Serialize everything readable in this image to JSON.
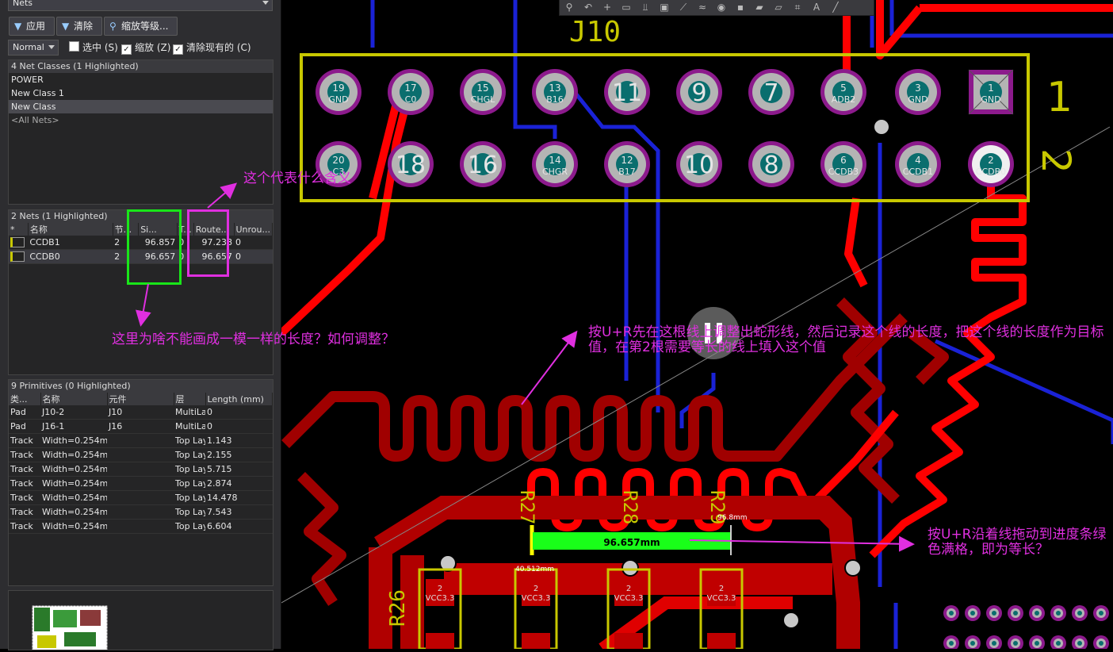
{
  "panel": {
    "title": "Nets",
    "buttons": {
      "apply": "应用",
      "clear": "清除",
      "zoom": "缩放等级..."
    },
    "mode": "Normal",
    "checks": [
      {
        "label": "选中 (S)",
        "checked": false
      },
      {
        "label": "缩放 (Z)",
        "checked": true
      },
      {
        "label": "清除现有的 (C)",
        "checked": true
      }
    ],
    "net_classes": {
      "header": "4 Net Classes (1 Highlighted)",
      "items": [
        "POWER",
        "New Class 1",
        "New Class",
        "<All Nets>"
      ]
    },
    "nets": {
      "header": "2 Nets (1 Highlighted)",
      "columns": [
        "*",
        "名称",
        "节...",
        "Si...",
        "T...",
        "Route...",
        "Unrou..."
      ],
      "rows": [
        {
          "name": "CCDB1",
          "nodes": "2",
          "signal": "96.857",
          "t": "0",
          "routed": "97.238",
          "unrouted": "0"
        },
        {
          "name": "CCDB0",
          "nodes": "2",
          "signal": "96.657",
          "t": "0",
          "routed": "96.657",
          "unrouted": "0"
        }
      ]
    },
    "primitives": {
      "header": "9 Primitives (0 Highlighted)",
      "columns": [
        "类...",
        "名称",
        "元件",
        "层",
        "Length (mm)"
      ],
      "rows": [
        [
          "Pad",
          "J10-2",
          "J10",
          "MultiLa",
          "0"
        ],
        [
          "Pad",
          "J16-1",
          "J16",
          "MultiLa",
          "0"
        ],
        [
          "Track",
          "Width=0.254mr",
          "",
          "Top Lay",
          "1.143"
        ],
        [
          "Track",
          "Width=0.254mr",
          "",
          "Top Lay",
          "2.155"
        ],
        [
          "Track",
          "Width=0.254mr",
          "",
          "Top Lay",
          "5.715"
        ],
        [
          "Track",
          "Width=0.254mr",
          "",
          "Top Lay",
          "2.874"
        ],
        [
          "Track",
          "Width=0.254mr",
          "",
          "Top Lay",
          "14.478"
        ],
        [
          "Track",
          "Width=0.254mr",
          "",
          "Top Lay",
          "7.543"
        ],
        [
          "Track",
          "Width=0.254mr",
          "",
          "Top Lay",
          "6.604"
        ]
      ]
    }
  },
  "annotations": {
    "meaning": "这个代表什么含义",
    "why": "这里为啥不能画成一模一样的长度？如何调整？",
    "howto": "按U+R先在这根线上调整出蛇形线，然后记录这个线的长度，把这个线的长度作为目标值，在第2根需要等长的线上填入这个值",
    "drag": "按U+R沿着线拖动到进度条绿色满格，即为等长？"
  },
  "pcb": {
    "designator": "J10",
    "pin_top": [
      {
        "n": "19",
        "net": "GND"
      },
      {
        "n": "17",
        "net": "C0"
      },
      {
        "n": "15",
        "net": "CHGL"
      },
      {
        "n": "13",
        "net": "B16"
      },
      {
        "n": "11",
        "net": ""
      },
      {
        "n": "9",
        "net": ""
      },
      {
        "n": "7",
        "net": ""
      },
      {
        "n": "5",
        "net": "ADB2"
      },
      {
        "n": "3",
        "net": "GND"
      },
      {
        "n": "1",
        "net": "GND"
      }
    ],
    "pin_bottom": [
      {
        "n": "20",
        "net": "C3"
      },
      {
        "n": "18",
        "net": ""
      },
      {
        "n": "16",
        "net": ""
      },
      {
        "n": "14",
        "net": "CHGR"
      },
      {
        "n": "12",
        "net": "B17"
      },
      {
        "n": "10",
        "net": ""
      },
      {
        "n": "8",
        "net": ""
      },
      {
        "n": "6",
        "net": "CCDB3"
      },
      {
        "n": "4",
        "net": "CCDB1"
      },
      {
        "n": "2",
        "net": "CCDB0"
      }
    ],
    "length_value": "96.657mm",
    "target_value": "96.8mm",
    "start_value": "40.512mm",
    "vcc_label": "VCC3.3",
    "vcc_pin": "2",
    "silk_labels": [
      "1",
      "2",
      "R26",
      "R27",
      "R28",
      "R29"
    ]
  },
  "colors": {
    "annotation": "#e02fe0",
    "trace_red": "#ff0000",
    "trace_dark": "#a00000",
    "trace_blue": "#1a22d6",
    "silk": "#c8c800",
    "progress": "#19ff19"
  }
}
